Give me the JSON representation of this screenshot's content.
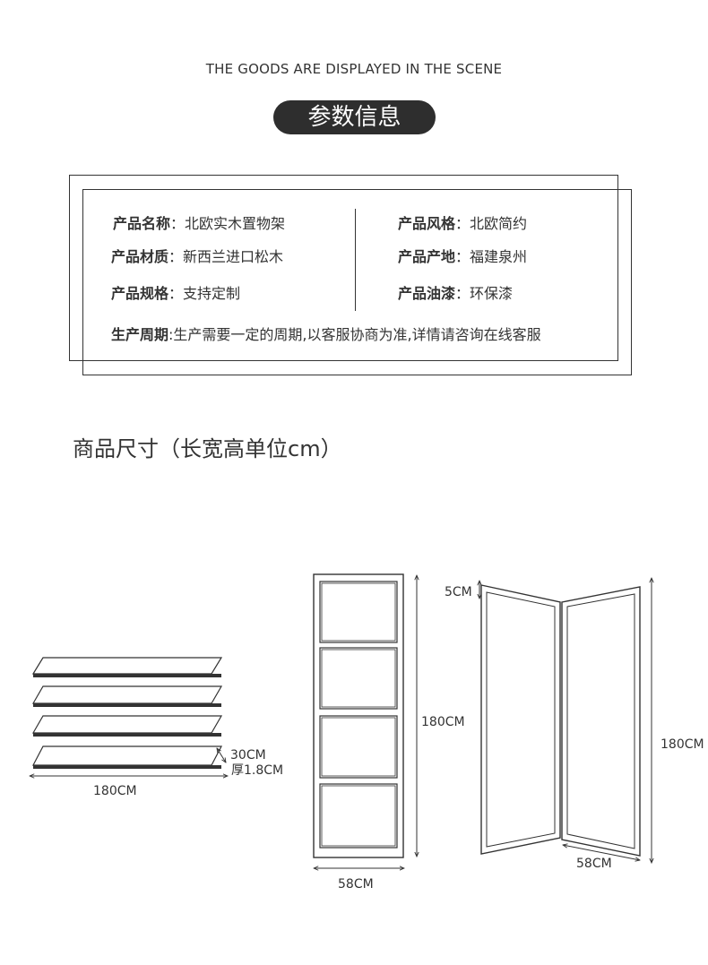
{
  "subtitle": "THE GOODS ARE DISPLAYED IN THE SCENE",
  "section_title": "参数信息",
  "params": {
    "name": {
      "label": "产品名称",
      "value": "北欧实木置物架"
    },
    "style": {
      "label": "产品风格",
      "value": "北欧简约"
    },
    "material": {
      "label": "产品材质",
      "value": "新西兰进口松木"
    },
    "origin": {
      "label": "产品产地",
      "value": "福建泉州"
    },
    "spec": {
      "label": "产品规格",
      "value": "支持定制"
    },
    "paint": {
      "label": "产品油漆",
      "value": "环保漆"
    },
    "cycle": {
      "label": "生产周期",
      "value": "生产需要一定的周期,以客服协商为准,详情请咨询在线客服"
    }
  },
  "dimensions_title": "商品尺寸（长宽高单位cm）",
  "dimension_labels": {
    "shelf_depth": "30CM",
    "shelf_thickness": "厚1.8CM",
    "shelf_length": "180CM",
    "front_height": "180CM",
    "front_width": "58CM",
    "frame_border": "5CM",
    "side_height": "180CM",
    "side_width": "58CM"
  },
  "colors": {
    "line": "#333333",
    "pill": "#2e2e2e"
  }
}
